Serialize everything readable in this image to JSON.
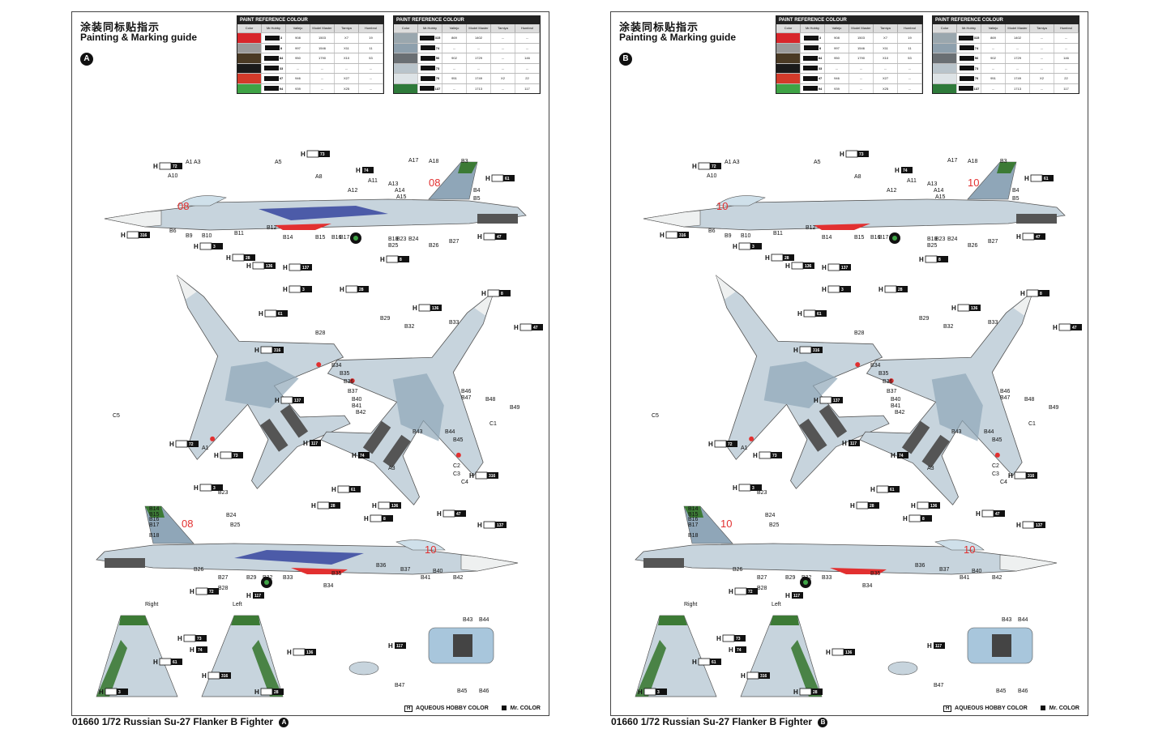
{
  "sheet_a": {
    "title_cn": "涂装同标贴指示",
    "title_en": "Painting & Marking guide",
    "version": "A",
    "footer": "01660 1/72  Russian Su-27 Flanker B Fighter",
    "footer_badge": "A",
    "nose_number": "08",
    "tail_number": "08",
    "side_number": "10"
  },
  "sheet_b": {
    "title_cn": "涂装同标贴指示",
    "title_en": "Painting & Marking guide",
    "version": "B",
    "footer": "01660 1/72  Russian Su-27 Flanker B Fighter",
    "footer_badge": "B",
    "nose_number": "10",
    "tail_number": "10",
    "side_number": "10"
  },
  "paint_table": {
    "title": "PAINT REFERENCE COLOUR",
    "columns": [
      "Color",
      "Mr.Hobby",
      "Vallejo",
      "Model Master",
      "Tamiya",
      "Humbrol"
    ],
    "left_rows": [
      {
        "swatch": "#d8262b",
        "code": "3",
        "v": "908",
        "mm": "1503",
        "t": "X7",
        "h": "19"
      },
      {
        "swatch": "#9a9a9a",
        "code": "8",
        "v": "997",
        "mm": "1546",
        "t": "X11",
        "h": "11"
      },
      {
        "swatch": "#4a3a24",
        "code": "84",
        "v": "950",
        "mm": "1790",
        "t": "X10",
        "h": "53"
      },
      {
        "swatch": "#1a1a1a",
        "code": "33",
        "v": "--",
        "mm": "--",
        "t": "--",
        "h": "--"
      },
      {
        "swatch": "#d23a2a",
        "code": "47",
        "v": "946",
        "mm": "--",
        "t": "X27",
        "h": "--"
      },
      {
        "swatch": "#3ea345",
        "code": "94",
        "v": "939",
        "mm": "--",
        "t": "X25",
        "h": "--"
      }
    ],
    "right_rows": [
      {
        "swatch": "#9aa7ae",
        "code": "315",
        "v": "869",
        "mm": "1402",
        "t": "--",
        "h": "--"
      },
      {
        "swatch": "#8ea0ad",
        "code": "74",
        "v": "--",
        "mm": "--",
        "t": "--",
        "h": "--"
      },
      {
        "swatch": "#6a6f73",
        "code": "56",
        "v": "902",
        "mm": "1729",
        "t": "--",
        "h": "146"
      },
      {
        "swatch": "#b9c4cb",
        "code": "73",
        "v": "--",
        "mm": "--",
        "t": "--",
        "h": "--"
      },
      {
        "swatch": "#dde3e6",
        "code": "76",
        "v": "951",
        "mm": "1749",
        "t": "X2",
        "h": "22"
      },
      {
        "swatch": "#2e7a3a",
        "code": "137",
        "v": "--",
        "mm": "1713",
        "t": "--",
        "h": "117"
      }
    ]
  },
  "legend": {
    "aqueous": "AQUEOUS HOBBY COLOR",
    "aqueous_badge": "H",
    "mr_color": "Mr. COLOR"
  },
  "colors": {
    "camo_light": "#c7d4dd",
    "camo_mid": "#8fa6b8",
    "camo_blue": "#4c5ba8",
    "tail_green": "#3c7a35",
    "red": "#e23030",
    "nose_white": "#eef0f0",
    "exhaust": "#555555"
  },
  "callouts": {
    "h_codes": [
      "H 56 72",
      "H 57 73",
      "H 74",
      "H 76 61",
      "H 315 316",
      "H 3 3",
      "H 18 28",
      "H 94 136",
      "H 8 8",
      "H 90 47",
      "H 72 137",
      "H 117"
    ],
    "part_labels": [
      "A1",
      "A3",
      "A5",
      "A8",
      "A10",
      "A11",
      "A12",
      "A13",
      "A14",
      "A15",
      "A17",
      "A18",
      "B3",
      "B4",
      "B5",
      "B6",
      "B9",
      "B10",
      "B11",
      "B12",
      "B14",
      "B15",
      "B16",
      "B17",
      "B18",
      "B23",
      "B24",
      "B25",
      "B26",
      "B27",
      "B28",
      "B29",
      "B32",
      "B33",
      "B34",
      "B35",
      "B36",
      "B37",
      "B40",
      "B41",
      "B42",
      "B43",
      "B44",
      "B45",
      "B46",
      "B47",
      "B48",
      "B49",
      "C1",
      "C2",
      "C3",
      "C4",
      "C5"
    ],
    "fin_right": "Right",
    "fin_left": "Left"
  }
}
